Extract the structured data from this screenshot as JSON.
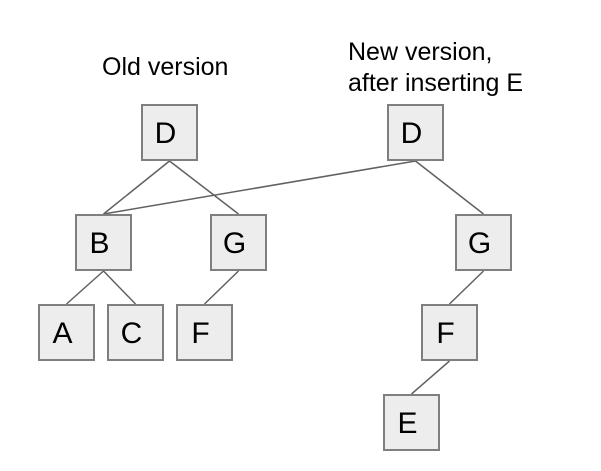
{
  "diagram": {
    "titles": {
      "old": "Old version",
      "new_line1": "New version,",
      "new_line2": "after inserting E"
    },
    "colors": {
      "background": "#ffffff",
      "node_fill": "#ededed",
      "node_border": "#7f7f7f",
      "edge": "#616161",
      "text": "#000000"
    },
    "nodes": [
      {
        "id": "old-d",
        "tree": "old",
        "label": "D"
      },
      {
        "id": "old-b",
        "tree": "old",
        "label": "B"
      },
      {
        "id": "old-g",
        "tree": "old",
        "label": "G"
      },
      {
        "id": "old-a",
        "tree": "old",
        "label": "A"
      },
      {
        "id": "old-c",
        "tree": "old",
        "label": "C"
      },
      {
        "id": "old-f",
        "tree": "old",
        "label": "F"
      },
      {
        "id": "new-d",
        "tree": "new",
        "label": "D"
      },
      {
        "id": "new-g",
        "tree": "new",
        "label": "G"
      },
      {
        "id": "new-f",
        "tree": "new",
        "label": "F"
      },
      {
        "id": "new-e",
        "tree": "new",
        "label": "E"
      }
    ],
    "edges": [
      {
        "from": "old-d",
        "to": "old-b"
      },
      {
        "from": "old-d",
        "to": "old-g"
      },
      {
        "from": "old-b",
        "to": "old-a"
      },
      {
        "from": "old-b",
        "to": "old-c"
      },
      {
        "from": "old-g",
        "to": "old-f"
      },
      {
        "from": "new-d",
        "to": "old-b"
      },
      {
        "from": "new-d",
        "to": "new-g"
      },
      {
        "from": "new-g",
        "to": "new-f"
      },
      {
        "from": "new-f",
        "to": "new-e"
      }
    ]
  }
}
